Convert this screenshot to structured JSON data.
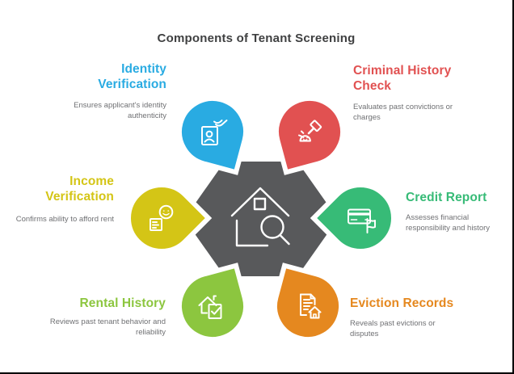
{
  "title": "Components of Tenant Screening",
  "center": {
    "icon": "house-magnifier-icon",
    "shape": "hexagon",
    "color": "#58595B"
  },
  "text_colors": {
    "title": "#3F4041",
    "description": "#6F7073"
  },
  "nodes": [
    {
      "id": "identity-verification",
      "label": "Identity Verification",
      "desc": "Ensures applicant's identity authenticity",
      "color": "#29ABE2",
      "icon": "id-card-hand-icon",
      "position": "top-left"
    },
    {
      "id": "criminal-history-check",
      "label": "Criminal History Check",
      "desc": "Evaluates past convictions or charges",
      "color": "#E15151",
      "icon": "gavel-icon",
      "position": "top-right"
    },
    {
      "id": "income-verification",
      "label": "Income Verification",
      "desc": "Confirms ability to afford rent",
      "color": "#D4C516",
      "icon": "pay-stub-smiley-icon",
      "position": "left"
    },
    {
      "id": "credit-report",
      "label": "Credit Report",
      "desc": "Assesses financial responsibility and history",
      "color": "#37BB77",
      "icon": "credit-card-flag-icon",
      "position": "right"
    },
    {
      "id": "rental-history",
      "label": "Rental History",
      "desc": "Reviews past tenant behavior and reliability",
      "color": "#8CC63F",
      "icon": "house-check-icon",
      "position": "bottom-left"
    },
    {
      "id": "eviction-records",
      "label": "Eviction Records",
      "desc": "Reveals past evictions or disputes",
      "color": "#E5881F",
      "icon": "document-house-icon",
      "position": "bottom-right"
    }
  ]
}
